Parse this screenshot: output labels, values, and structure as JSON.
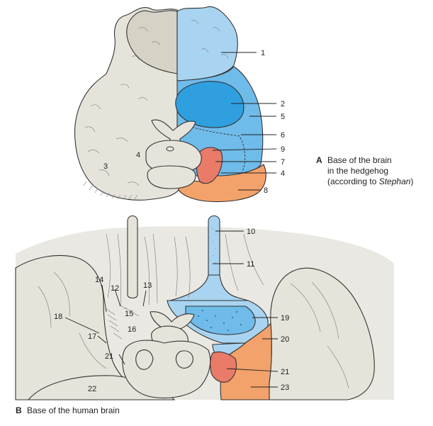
{
  "colors": {
    "tissue": "#e6e4da",
    "tissue_shadow": "#d6d3c6",
    "outline": "#333333",
    "blue_light": "#a9d4f1",
    "blue_mid": "#6fbbea",
    "blue_dark": "#2f9fe0",
    "salmon": "#e97b68",
    "orange": "#f2a26a",
    "gray_panel": "#e9e8e2"
  },
  "panel_a": {
    "caption_letter": "A",
    "caption_line1": "Base of the brain",
    "caption_line2": "in the hedgehog",
    "caption_line3_prefix": "(according to ",
    "caption_line3_author": "Stephan",
    "caption_line3_suffix": ")",
    "labels": {
      "l1": "1",
      "l2": "2",
      "l5": "5",
      "l6": "6",
      "l9": "9",
      "l7": "7",
      "l4r": "4",
      "l8": "8",
      "l3": "3",
      "l4l": "4"
    }
  },
  "panel_b": {
    "caption_letter": "B",
    "caption_text": "Base of the human brain",
    "labels": {
      "l10": "10",
      "l11": "11",
      "l14": "14",
      "l12": "12",
      "l13": "13",
      "l15": "15",
      "l18": "18",
      "l16": "16",
      "l17": "17",
      "l21l": "21",
      "l22": "22",
      "l19": "19",
      "l20": "20",
      "l21r": "21",
      "l23": "23"
    }
  }
}
